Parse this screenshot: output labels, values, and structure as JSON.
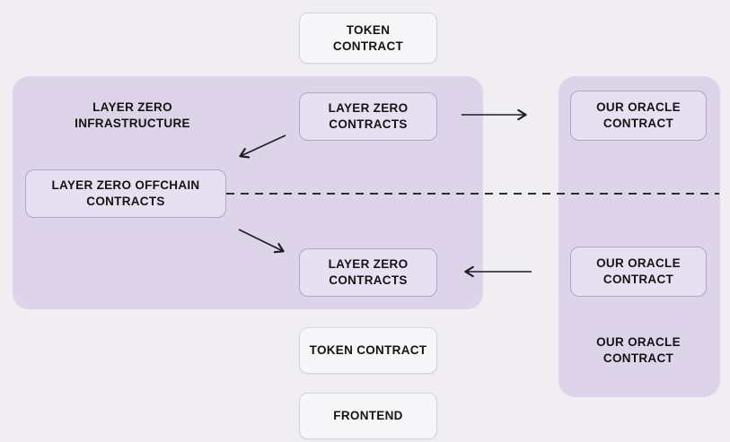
{
  "colors": {
    "background": "#f0eef1",
    "container_fill": "#ddd4ea",
    "inner_node_fill": "#e7e0f2",
    "inner_node_border": "#b2a5c7",
    "outer_node_fill": "#f7f6f9",
    "outer_node_border": "#d7d4db",
    "text": "#141414",
    "connector": "#1c1c1e"
  },
  "containers": {
    "layer_zero_infrastructure": {
      "label": "LAYER ZERO\nINFRASTRUCTURE"
    },
    "oracle_panel": {
      "label": ""
    }
  },
  "nodes": {
    "token_contract_top": {
      "label": "TOKEN\nCONTRACT"
    },
    "layer_zero_contracts_top": {
      "label": "LAYER ZERO\nCONTRACTS"
    },
    "layer_zero_offchain_contracts": {
      "label": "LAYER ZERO OFFCHAIN\nCONTRACTS"
    },
    "layer_zero_contracts_bottom": {
      "label": "LAYER ZERO\nCONTRACTS"
    },
    "our_oracle_contract_top": {
      "label": "OUR ORACLE\nCONTRACT"
    },
    "our_oracle_contract_middle": {
      "label": "OUR ORACLE\nCONTRACT"
    },
    "our_oracle_contract_bottom": {
      "label": "OUR ORACLE\nCONTRACT"
    },
    "token_contract_bottom": {
      "label": "TOKEN CONTRACT"
    },
    "frontend": {
      "label": "FRONTEND"
    }
  },
  "connectors": {
    "layer_zero_contracts_to_oracle": "arrow-right",
    "layer_zero_contracts_to_offchain": "arrow-down-left",
    "offchain_to_layer_zero_contracts": "arrow-down-right",
    "oracle_to_layer_zero_contracts": "arrow-left",
    "chain_boundary": "dashed-horizontal-line"
  }
}
